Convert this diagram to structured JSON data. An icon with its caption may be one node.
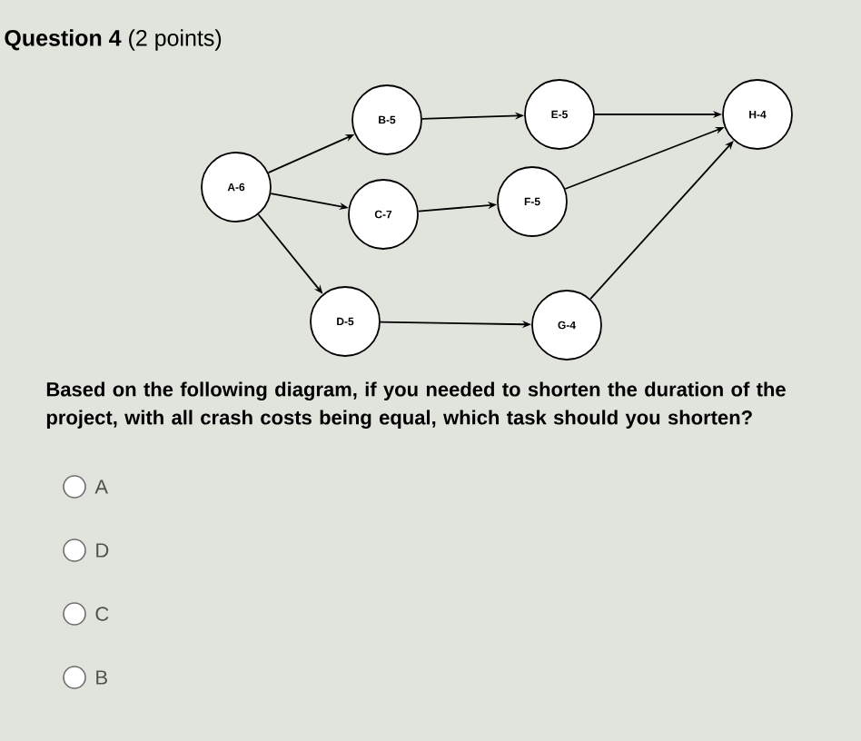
{
  "diagram": {
    "title": "**Question 4** (2 points)",
    "nodes": [
      {
        "text": [
          "A-6"
        ]
      },
      {
        "text": [
          "B-5"
        ]
      },
      {
        "text": [
          "C-7"
        ]
      },
      {
        "text": [
          "D-5"
        ]
      },
      {
        "text": [
          "E-5"
        ]
      },
      {
        "text": [
          "F-5"
        ]
      },
      {
        "text": [
          "G-4"
        ]
      },
      {
        "text": [
          "H-4"
        ]
      }
    ],
    "edges": [
      {
        "from": 0,
        "to": 1,
        "arrow": "to"
      },
      {
        "from": 0,
        "to": 2,
        "arrow": "to"
      },
      {
        "from": 0,
        "to": 3,
        "arrow": "to"
      },
      {
        "from": 1,
        "to": 4,
        "arrow": "to"
      },
      {
        "from": 2,
        "to": 5,
        "arrow": "to"
      },
      {
        "from": 3,
        "to": 6,
        "arrow": "to"
      },
      {
        "from": 4,
        "to": 7,
        "arrow": "to"
      },
      {
        "from": 5,
        "to": 7,
        "arrow": "to"
      },
      {
        "from": 6,
        "to": 7,
        "arrow": "to"
      }
    ],
    "labels": [
      "Based on the following diagram, if you needed to shorten the duration of the project, with all crash costs being equal, which task should you shorten?",
      "A",
      "D",
      "C",
      "B"
    ]
  }
}
